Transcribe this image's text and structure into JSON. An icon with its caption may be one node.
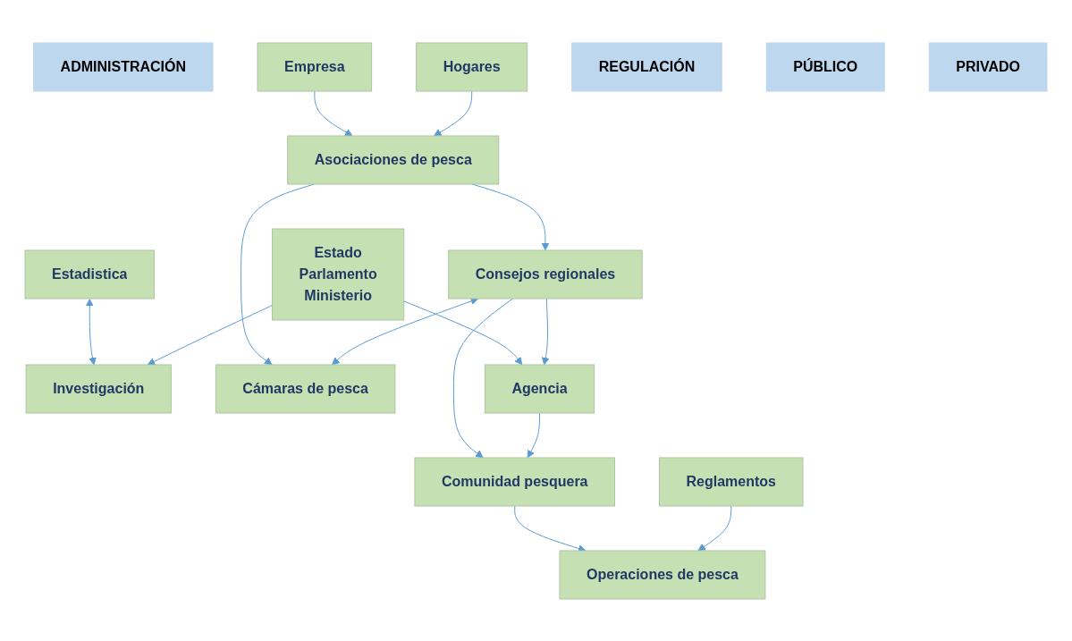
{
  "diagram": {
    "nodes": [
      {
        "text": [
          "ADMINISTRACIÓN"
        ]
      },
      {
        "text": [
          "Estado",
          "Parlamento",
          "Ministerio"
        ]
      },
      {
        "text": [
          "Empresa"
        ]
      },
      {
        "text": [
          "Hogares"
        ]
      },
      {
        "text": [
          "Estadistica"
        ]
      },
      {
        "text": [
          "Asociaciones de pesca"
        ]
      },
      {
        "text": [
          "Investigación"
        ]
      },
      {
        "text": [
          "Consejos regionales"
        ]
      },
      {
        "text": [
          "Cámaras de pesca"
        ]
      },
      {
        "text": [
          "REGULACIÓN"
        ]
      },
      {
        "text": [
          "Reglamentos"
        ]
      },
      {
        "text": [
          "Agencia"
        ]
      },
      {
        "text": [
          "Comunidad pesquera"
        ]
      },
      {
        "text": [
          "Operaciones de pesca"
        ]
      },
      {
        "text": [
          "PÚBLICO"
        ]
      },
      {
        "text": [
          "PRIVADO"
        ]
      }
    ],
    "edges": [
      {
        "from": 4,
        "to": 6,
        "arrow": "both"
      },
      {
        "from": 2,
        "to": 5,
        "arrow": "to"
      },
      {
        "from": 3,
        "to": 5,
        "arrow": "to"
      },
      {
        "from": 1,
        "to": 6,
        "arrow": "to"
      },
      {
        "from": 1,
        "to": 11,
        "arrow": "to"
      },
      {
        "from": 5,
        "to": 7,
        "arrow": "to"
      },
      {
        "from": 5,
        "to": 8,
        "arrow": "to"
      },
      {
        "from": 7,
        "to": 8,
        "arrow": "both"
      },
      {
        "from": 7,
        "to": 11,
        "arrow": "to"
      },
      {
        "from": 7,
        "to": 12,
        "arrow": "to"
      },
      {
        "from": 11,
        "to": 12,
        "arrow": "to"
      },
      {
        "from": 12,
        "to": 13,
        "arrow": "to"
      },
      {
        "from": 10,
        "to": 13,
        "arrow": "to"
      }
    ]
  }
}
